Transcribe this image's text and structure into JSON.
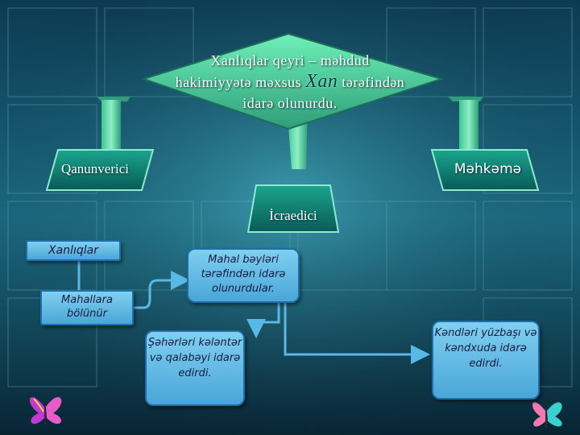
{
  "top": {
    "line1": "Xanlıqlar qeyri – məhdud",
    "line2_pre": "hakimiyyətə məxsus ",
    "line2_xan": "Xan",
    "line2_post": " tərəfindən",
    "line3": "idarə olunurdu."
  },
  "branches": {
    "left": "Qanunverici",
    "center": "İcraedici",
    "right": "Məhkəmə"
  },
  "boxes": {
    "xanliqlar": "Xanlıqlar",
    "mahallara": "Mahallara bölünür",
    "mahal": "Mahal bəyləri tərəfindən idarə olunurdular.",
    "seherleri": "Şəhərləri kələntər və qalabəyi idarə edirdi.",
    "kendleri": "Kəndləri yüzbaşı və kəndxuda idarə edirdi."
  },
  "colors": {
    "diamond": "#4fd6a0",
    "box_fill": "#5ab8e6",
    "box_border": "#1e6fa8",
    "arrow": "#5ab8e6"
  }
}
